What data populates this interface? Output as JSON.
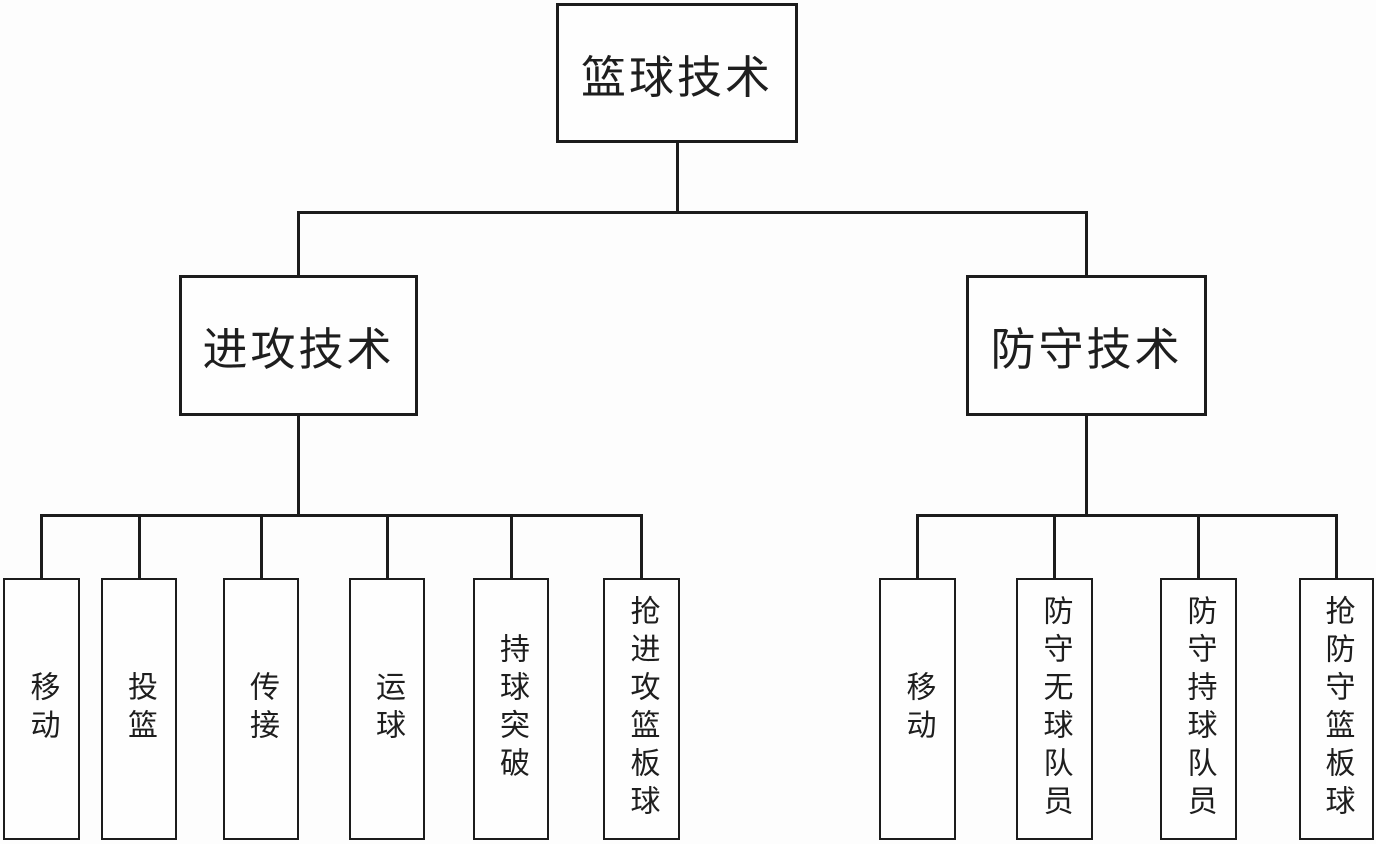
{
  "diagram": {
    "title": "篮球技术",
    "colors": {
      "line": "#1c1c1c",
      "text": "#1e1e1e",
      "background": "#fdfdfd",
      "box_fill": "#fefefe"
    },
    "root": {
      "label": "篮球技术"
    },
    "branches": [
      {
        "label": "进攻技术",
        "children": [
          "移动",
          "投篮",
          "传接",
          "运球",
          "持球突破",
          "抢进攻篮板球"
        ]
      },
      {
        "label": "防守技术",
        "children": [
          "移动",
          "防守无球队员",
          "防守持球队员",
          "抢防守篮板球"
        ]
      }
    ]
  }
}
